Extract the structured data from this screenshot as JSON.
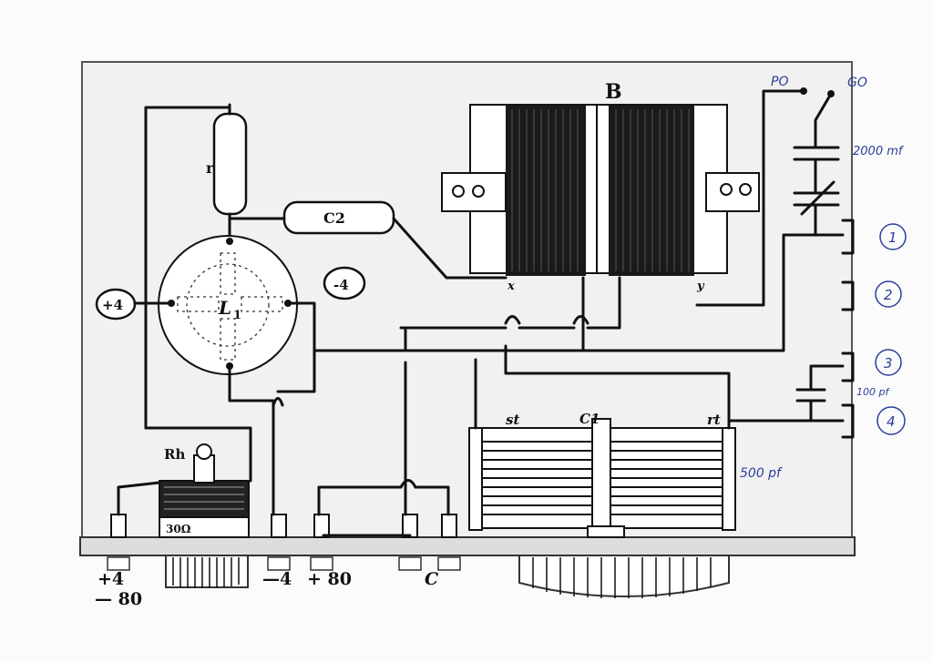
{
  "components": {
    "resistor_r": "r",
    "capacitor_c2": "C2",
    "coil_l1": "L",
    "coil_l1_sub": "1",
    "transformer_b": "B",
    "variable_capacitor": "C1",
    "potentiometer": "Rh",
    "potentiometer_value": "30Ω"
  },
  "circled_labels": {
    "plus4": "+4",
    "minus4": "-4"
  },
  "terminal_labels": {
    "t1": "+4",
    "t2": "— 80",
    "t3": "—4",
    "t4": "+ 80",
    "t5": "C"
  },
  "contact_labels": {
    "st": "st",
    "rt": "rt",
    "x": "x",
    "y": "y"
  },
  "handwritten": {
    "po": "PO",
    "go": "GO",
    "cap_2000": "2000 mf",
    "cap_100": "100 pf",
    "cap_500": "500 pf",
    "out1": "1",
    "out2": "2",
    "out3": "3",
    "out4": "4"
  }
}
